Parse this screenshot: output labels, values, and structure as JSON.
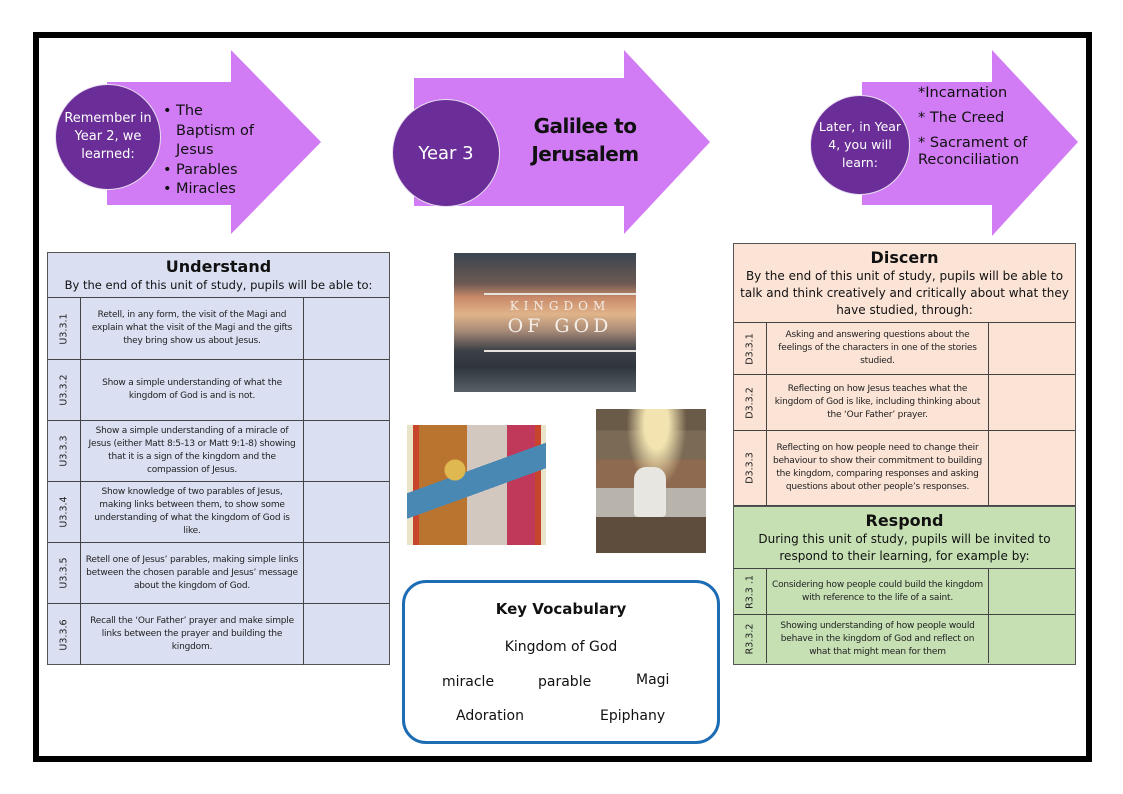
{
  "colors": {
    "arrow_fill": "#d17cf5",
    "circle_fill": "#6b2e98",
    "understand_bg": "#dae0f2",
    "discern_bg": "#fbe3d6",
    "respond_bg": "#c6e0b4",
    "vocab_border": "#1c6db4"
  },
  "arrows": {
    "previous": {
      "circle_text": "Remember in Year 2, we learned:",
      "items": [
        "The Baptism of Jesus",
        "Parables",
        "Miracles"
      ]
    },
    "current": {
      "circle_text": "Year 3",
      "title_line1": "Galilee to",
      "title_line2": "Jerusalem"
    },
    "next": {
      "circle_text": "Later, in Year 4, you will learn:",
      "items": [
        "*Incarnation",
        "* The Creed",
        "* Sacrament of Reconciliation"
      ]
    }
  },
  "understand": {
    "title": "Understand",
    "intro": "By the end of this unit of study, pupils will be able to:",
    "rows": [
      {
        "code": "U3.3.1",
        "text": "Retell, in any form, the visit of the Magi and explain what the visit of the Magi and the gifts they bring show us about Jesus."
      },
      {
        "code": "U3.3.2",
        "text": "Show a simple understanding of what the kingdom of God is and is not."
      },
      {
        "code": "U3.3.3",
        "text": "Show a simple understanding of a miracle of Jesus (either Matt 8:5-13 or Matt 9:1-8) showing that it is a sign of the kingdom and the compassion of Jesus."
      },
      {
        "code": "U3.3.4",
        "text": "Show knowledge of two parables of Jesus, making links between them, to show some understanding of what the kingdom of God is like."
      },
      {
        "code": "U3.3.5",
        "text": "Retell one of Jesus’ parables, making simple links between the chosen parable and Jesus’ message about the kingdom of God."
      },
      {
        "code": "U3.3.6",
        "text": "Recall the ‘Our Father’ prayer and make simple links between the prayer and building the kingdom."
      }
    ]
  },
  "discern": {
    "title": "Discern",
    "intro": "By the end of this unit of study, pupils will be able to talk and think creatively and critically about what they have studied, through:",
    "rows": [
      {
        "code": "D3.3.1",
        "text": "Asking and answering questions about the feelings of the characters in one of the stories studied."
      },
      {
        "code": "D3.3.2",
        "text": "Reflecting on how Jesus teaches what the kingdom of God is like, including thinking about the ‘Our Father’ prayer."
      },
      {
        "code": "D3.3.3",
        "text": "Reflecting on how people need to change their behaviour to show their commitment to building the kingdom, comparing responses and asking questions about other people’s responses."
      }
    ]
  },
  "respond": {
    "title": "Respond",
    "intro": "During this unit of study, pupils will be invited to respond to their learning, for example by:",
    "rows": [
      {
        "code": "R3.3 .1",
        "text": "Considering how people could build the kingdom with reference to the life of a saint."
      },
      {
        "code": "R3.3.2",
        "text": "Showing understanding of how people would behave in the kingdom of God and reflect on what that might mean for them"
      }
    ]
  },
  "images": {
    "kingdom_line1": "KINGDOM",
    "kingdom_line2": "OF GOD"
  },
  "vocabulary": {
    "title": "Key Vocabulary",
    "words": [
      "Kingdom of God",
      "miracle",
      "parable",
      "Magi",
      "Adoration",
      "Epiphany"
    ]
  }
}
